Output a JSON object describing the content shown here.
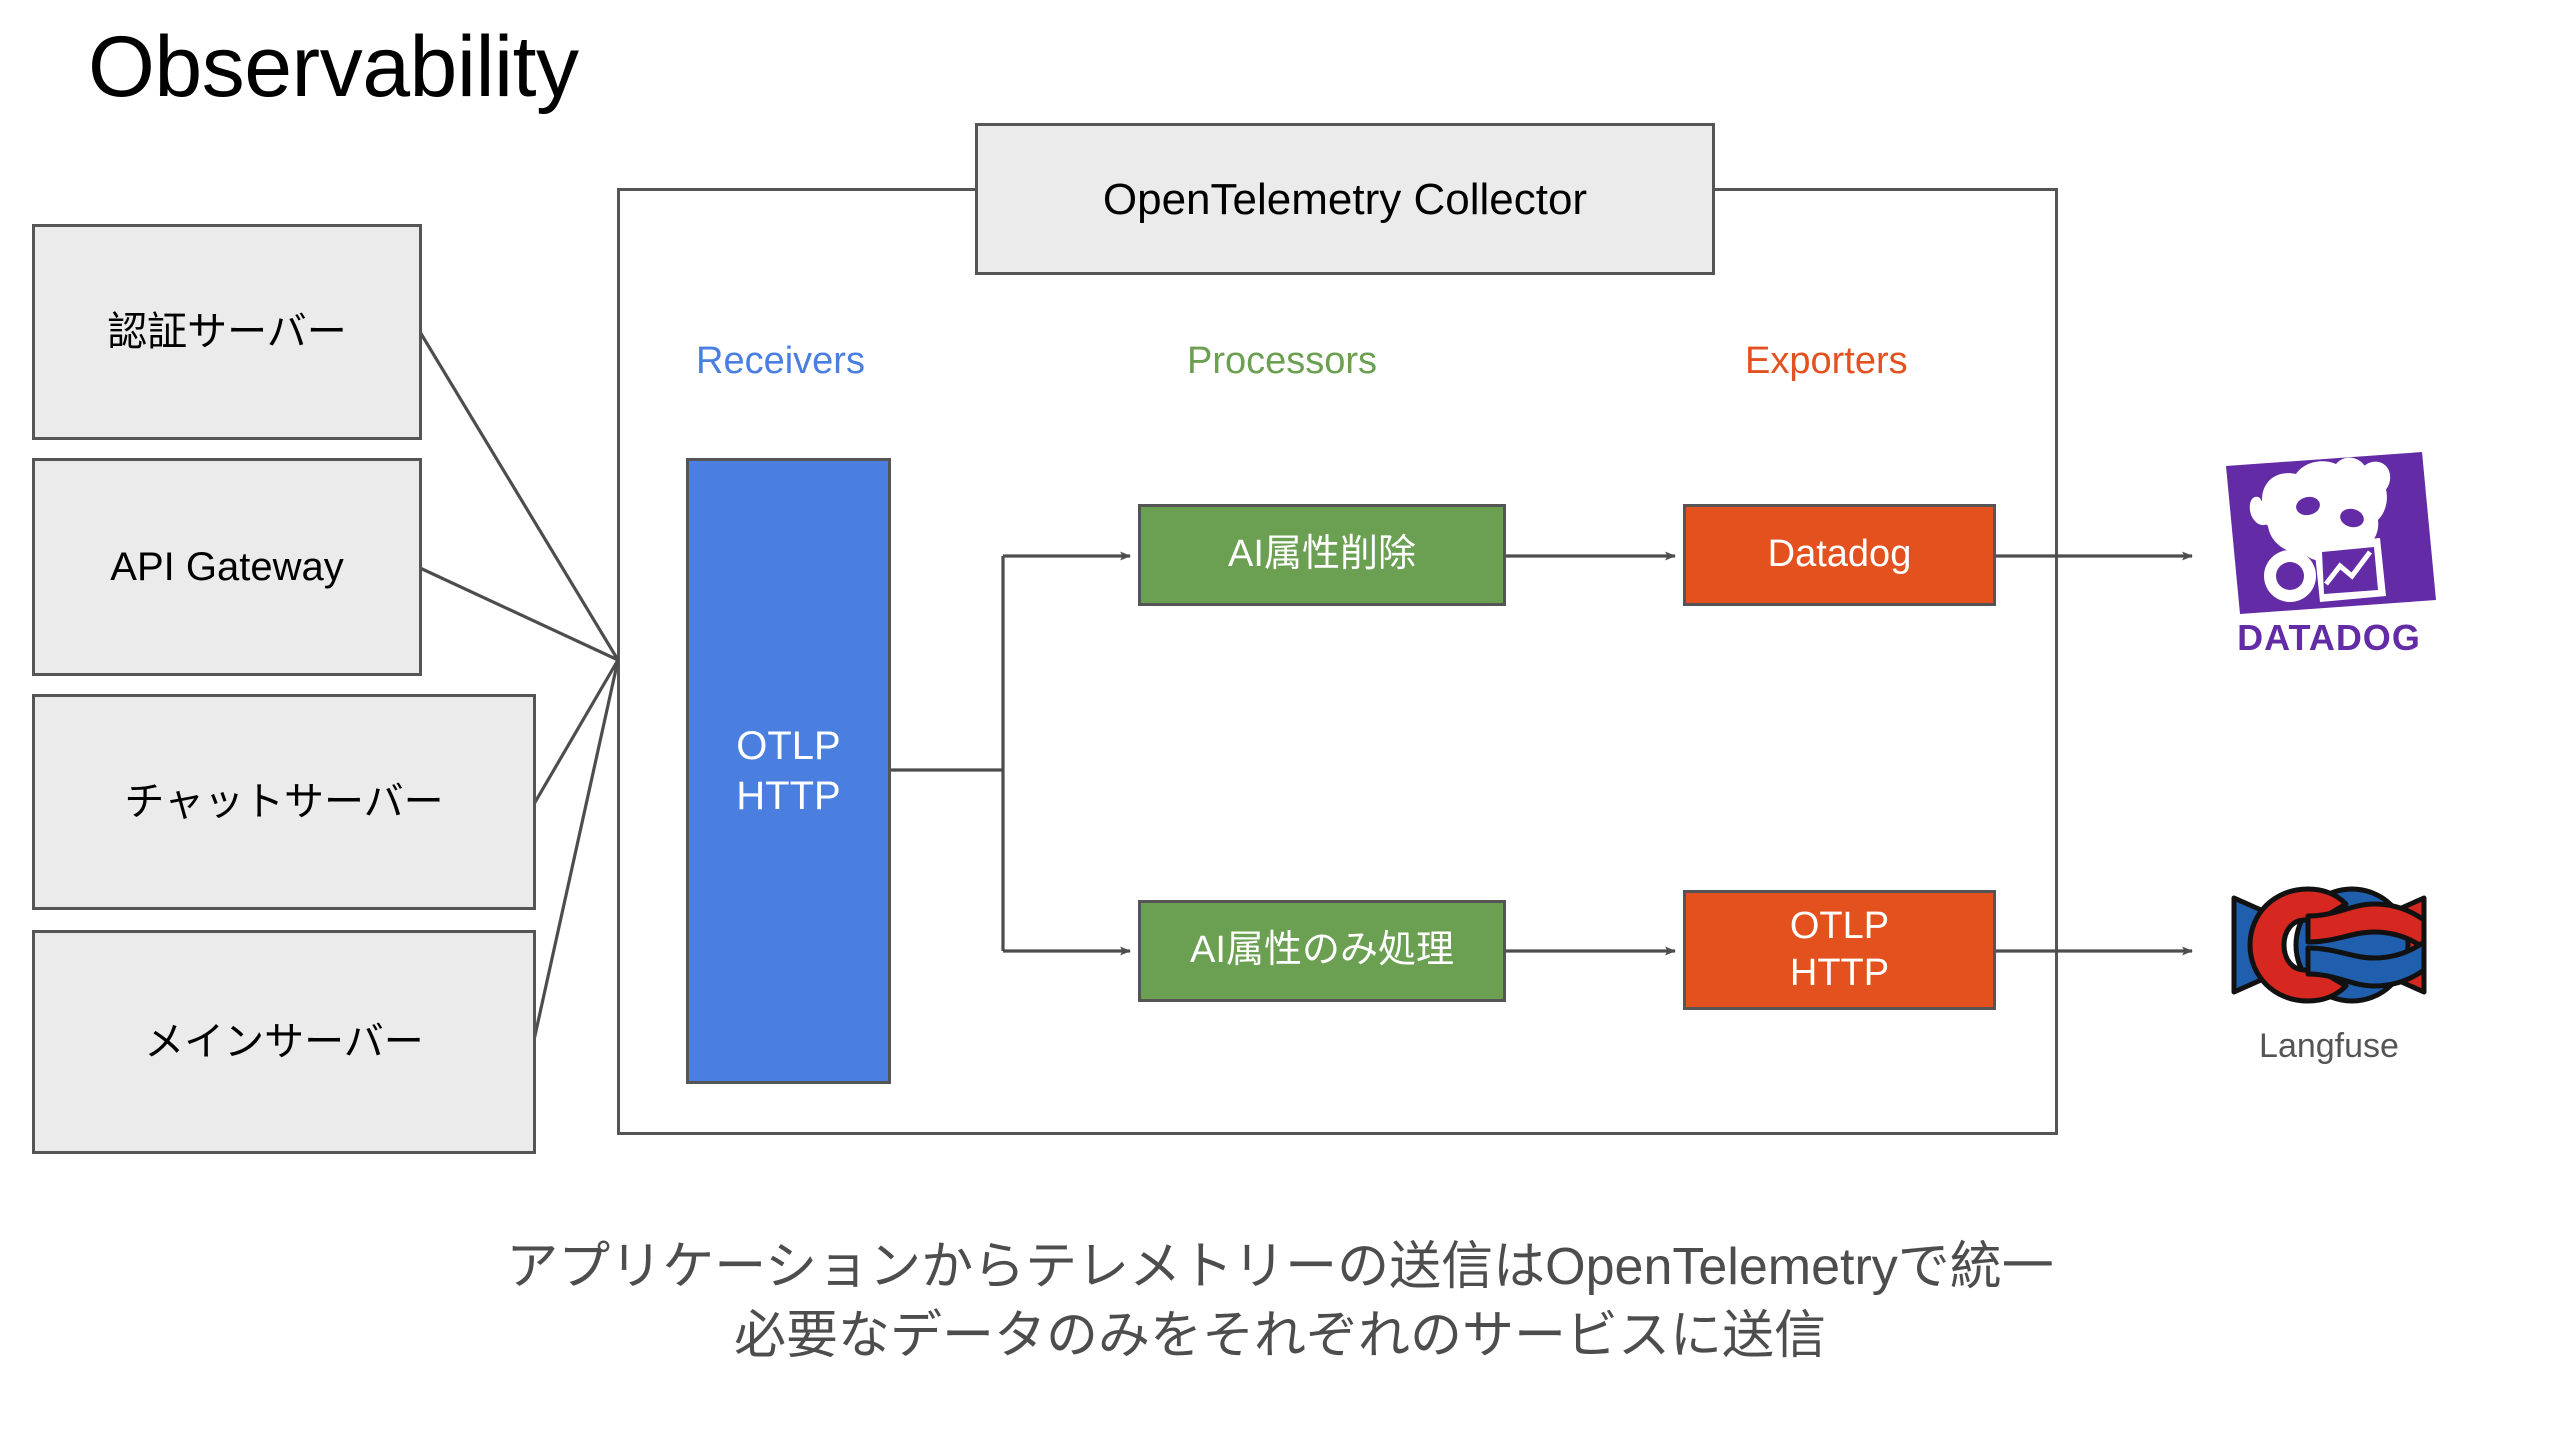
{
  "page": {
    "title": "Observability",
    "background_color": "#ffffff"
  },
  "colors": {
    "box_gray_fill": "#ebebeb",
    "box_border": "#555555",
    "receivers_blue": "#4a7fe0",
    "processors_green": "#6b9f52",
    "exporters_orange": "#e3511f",
    "datadog_purple": "#632ca6",
    "langfuse_red": "#d62721",
    "langfuse_blue": "#1f5fad",
    "caption_gray": "#4d4d4d"
  },
  "sources": [
    {
      "label": "認証サーバー"
    },
    {
      "label": "API Gateway"
    },
    {
      "label": "チャットサーバー"
    },
    {
      "label": "メインサーバー"
    }
  ],
  "collector": {
    "title": "OpenTelemetry Collector",
    "sections": [
      {
        "label": "Receivers",
        "color": "#4a7fe0"
      },
      {
        "label": "Processors",
        "color": "#6b9f52"
      },
      {
        "label": "Exporters",
        "color": "#e3511f"
      }
    ],
    "receivers": [
      {
        "label": "OTLP\nHTTP"
      }
    ],
    "processors": [
      {
        "label": "AI属性削除"
      },
      {
        "label": "AI属性のみ処理"
      }
    ],
    "exporters": [
      {
        "label": "Datadog"
      },
      {
        "label": "OTLP\nHTTP"
      }
    ]
  },
  "destinations": [
    {
      "name": "Datadog",
      "wordmark": "DATADOG"
    },
    {
      "name": "Langfuse",
      "wordmark": "Langfuse"
    }
  ],
  "caption": {
    "line1": "アプリケーションからテレメトリーの送信はOpenTelemetryで統一",
    "line2": "必要なデータのみをそれぞれのサービスに送信"
  }
}
